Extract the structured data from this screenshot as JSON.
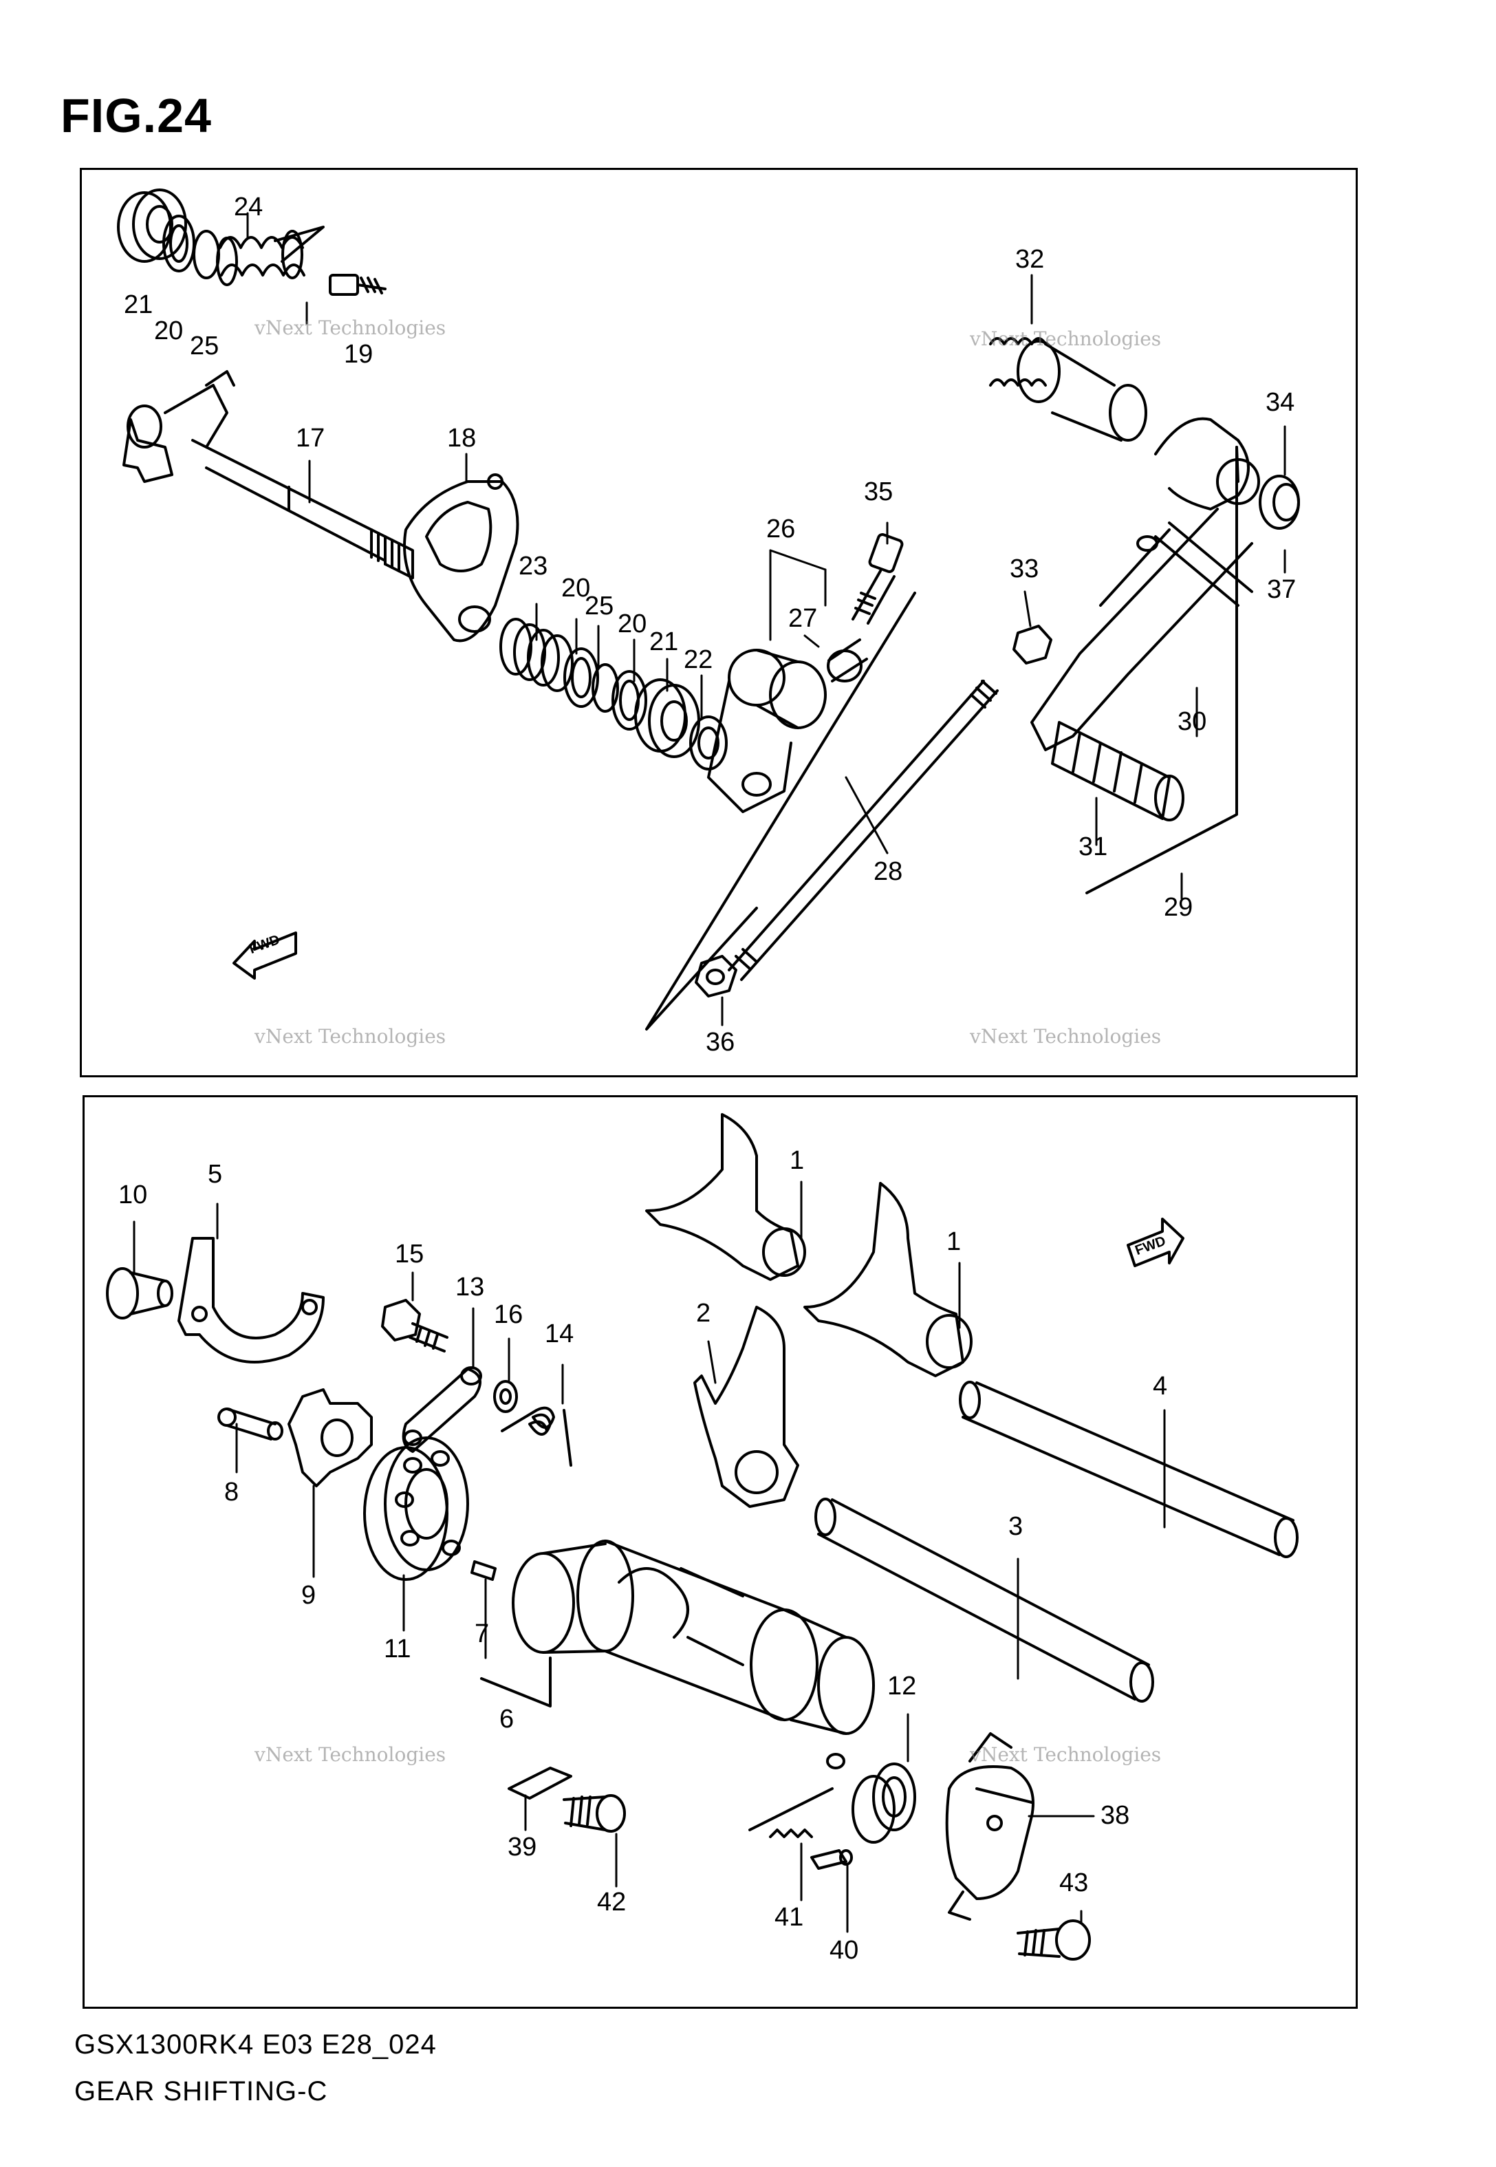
{
  "figure": {
    "title": "FIG.24"
  },
  "footer": {
    "model_code": "GSX1300RK4 E03 E28_024",
    "section_name": "GEAR SHIFTING-C"
  },
  "fwd_label": "FWD",
  "watermark": {
    "line1": "vNext Technologies",
    "line2": "vNext Technologies"
  },
  "top_callouts": [
    {
      "id": "t21a",
      "text": "21"
    },
    {
      "id": "t20a",
      "text": "20"
    },
    {
      "id": "t25a",
      "text": "25"
    },
    {
      "id": "t24",
      "text": "24"
    },
    {
      "id": "t19",
      "text": "19"
    },
    {
      "id": "t17",
      "text": "17"
    },
    {
      "id": "t18",
      "text": "18"
    },
    {
      "id": "t23",
      "text": "23"
    },
    {
      "id": "t20b",
      "text": "20"
    },
    {
      "id": "t25b",
      "text": "25"
    },
    {
      "id": "t20c",
      "text": "20"
    },
    {
      "id": "t21b",
      "text": "21"
    },
    {
      "id": "t22",
      "text": "22"
    },
    {
      "id": "t26",
      "text": "26"
    },
    {
      "id": "t27",
      "text": "27"
    },
    {
      "id": "t35",
      "text": "35"
    },
    {
      "id": "t28",
      "text": "28"
    },
    {
      "id": "t36",
      "text": "36"
    },
    {
      "id": "t32",
      "text": "32"
    },
    {
      "id": "t33",
      "text": "33"
    },
    {
      "id": "t34",
      "text": "34"
    },
    {
      "id": "t37",
      "text": "37"
    },
    {
      "id": "t30",
      "text": "30"
    },
    {
      "id": "t31",
      "text": "31"
    },
    {
      "id": "t29",
      "text": "29"
    }
  ],
  "bottom_callouts": [
    {
      "id": "b10",
      "text": "10"
    },
    {
      "id": "b5",
      "text": "5"
    },
    {
      "id": "b15",
      "text": "15"
    },
    {
      "id": "b13",
      "text": "13"
    },
    {
      "id": "b16",
      "text": "16"
    },
    {
      "id": "b14",
      "text": "14"
    },
    {
      "id": "b8",
      "text": "8"
    },
    {
      "id": "b9",
      "text": "9"
    },
    {
      "id": "b11",
      "text": "11"
    },
    {
      "id": "b7",
      "text": "7"
    },
    {
      "id": "b6",
      "text": "6"
    },
    {
      "id": "b1a",
      "text": "1"
    },
    {
      "id": "b1b",
      "text": "1"
    },
    {
      "id": "b2",
      "text": "2"
    },
    {
      "id": "b4",
      "text": "4"
    },
    {
      "id": "b3",
      "text": "3"
    },
    {
      "id": "b12",
      "text": "12"
    },
    {
      "id": "b39",
      "text": "39"
    },
    {
      "id": "b42",
      "text": "42"
    },
    {
      "id": "b41",
      "text": "41"
    },
    {
      "id": "b40",
      "text": "40"
    },
    {
      "id": "b38",
      "text": "38"
    },
    {
      "id": "b43",
      "text": "43"
    }
  ]
}
